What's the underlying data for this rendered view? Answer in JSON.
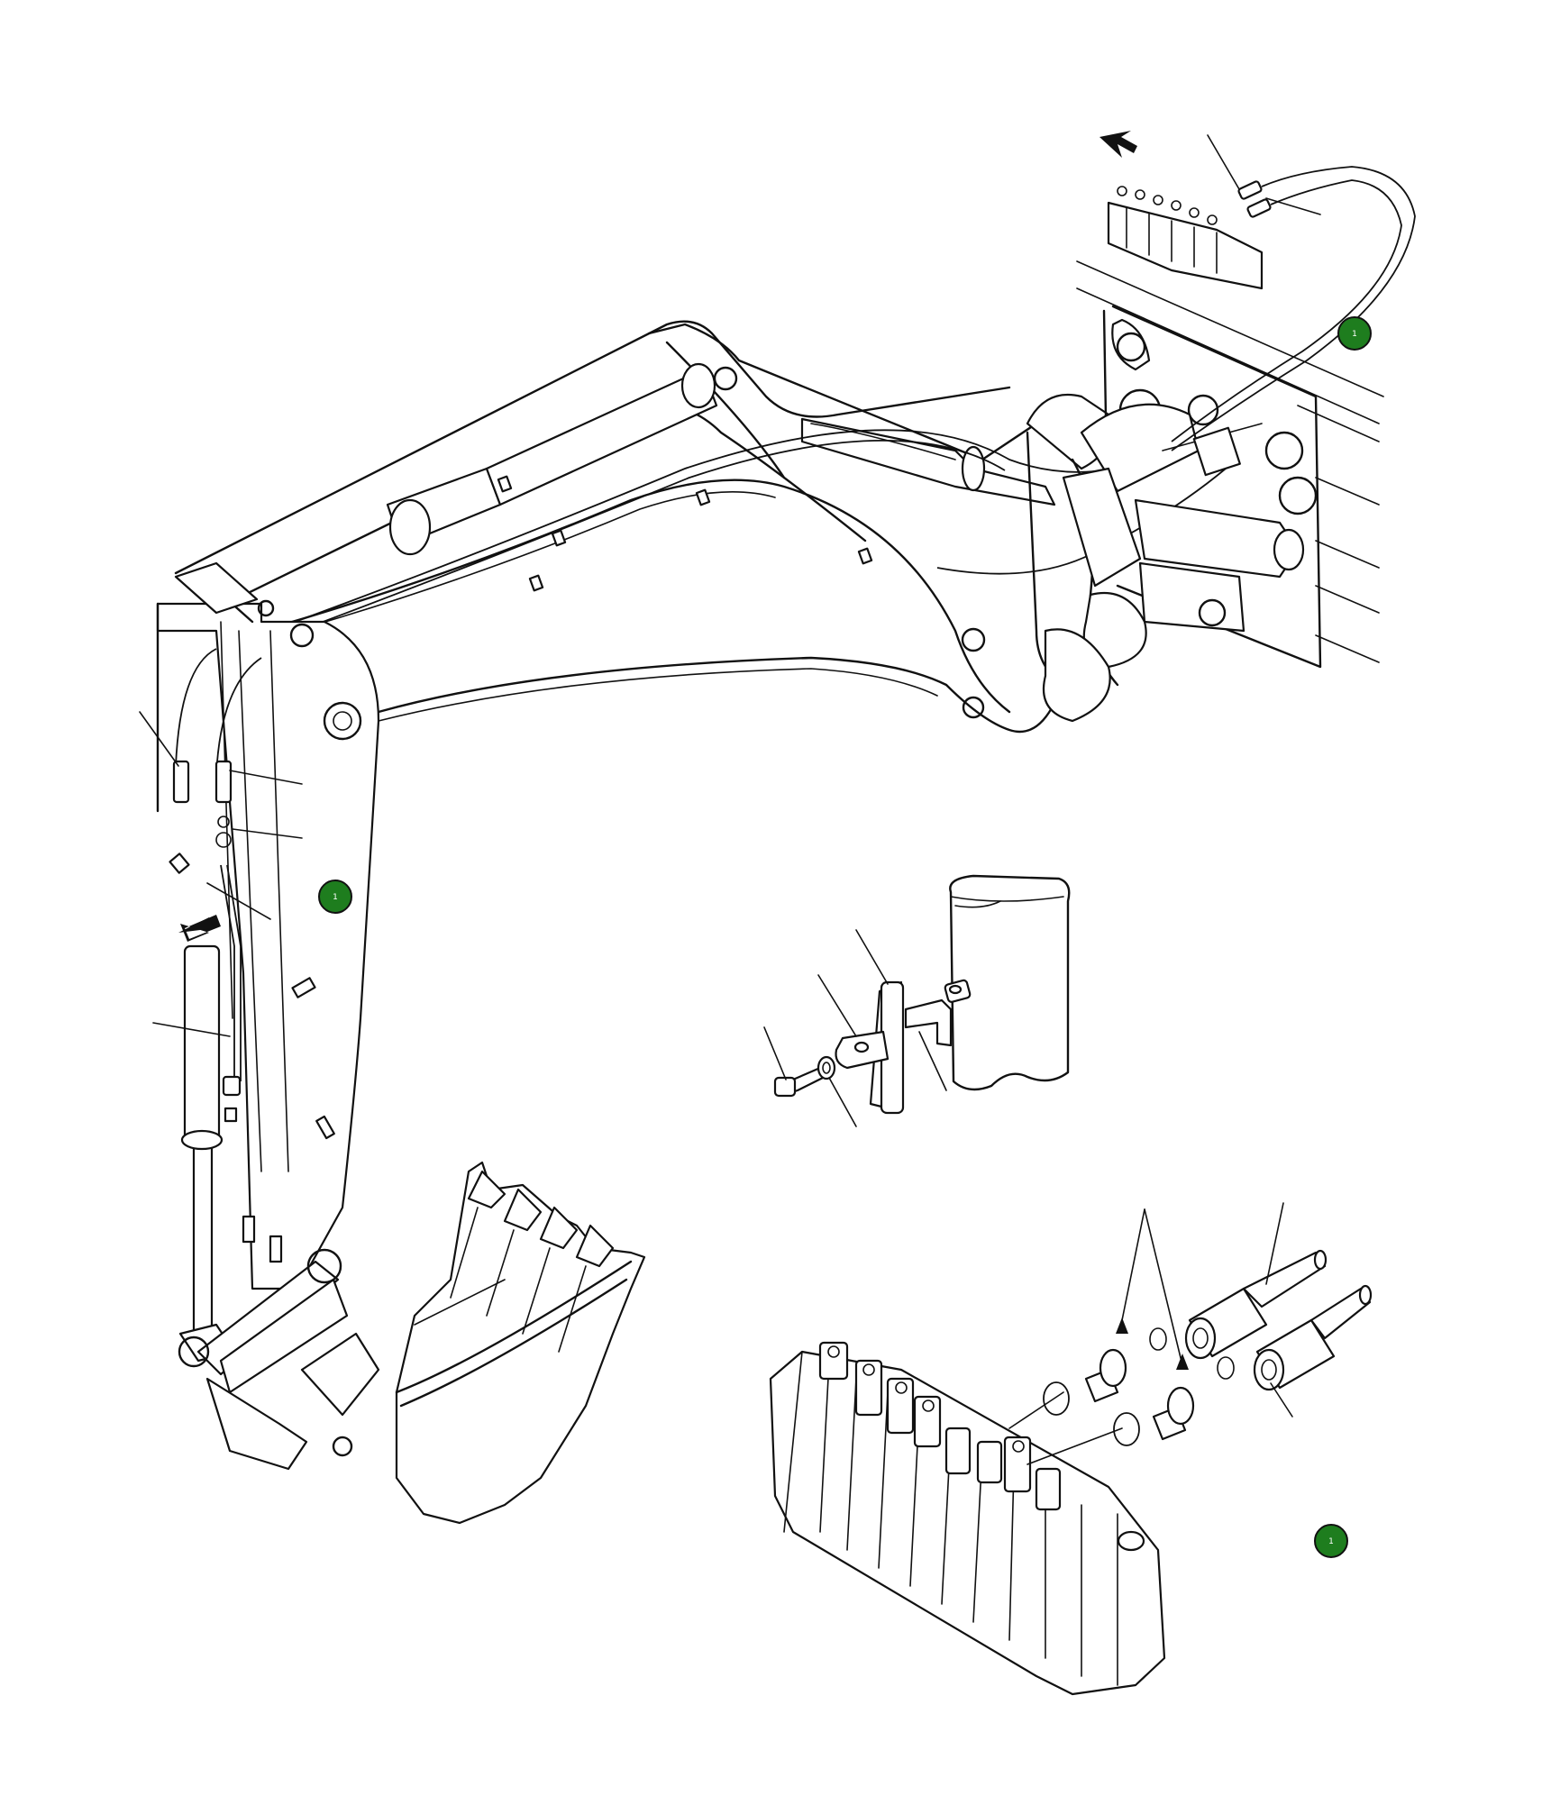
{
  "figure": {
    "title": "",
    "callout_badges": [
      {
        "id": "badge-upper-right",
        "label": "1",
        "color": "#1e7d1e"
      },
      {
        "id": "badge-arm",
        "label": "1",
        "color": "#1e7d1e"
      },
      {
        "id": "badge-lower-right",
        "label": "1",
        "color": "#1e7d1e"
      }
    ],
    "colors": {
      "line": "#111111",
      "background": "#ffffff",
      "badge": "#1e7d1e"
    }
  }
}
